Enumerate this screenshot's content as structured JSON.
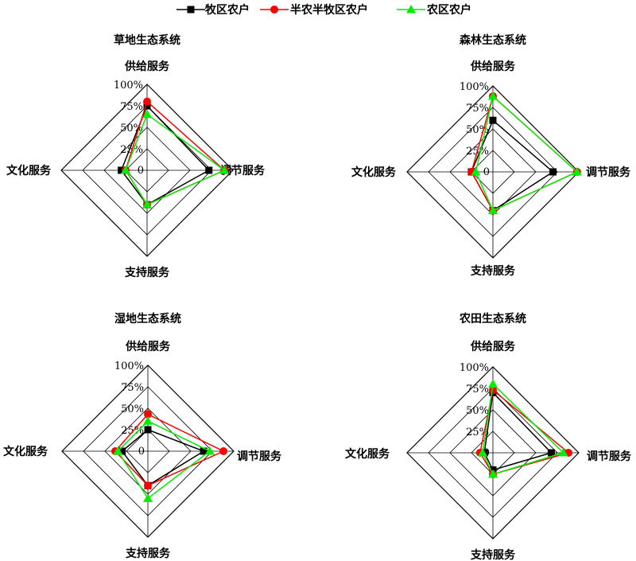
{
  "chart_data": {
    "type": "radar",
    "legend": {
      "placement": "top-center",
      "series": [
        {
          "name": "牧区农户",
          "color": "#000000",
          "marker": "square"
        },
        {
          "name": "半农半牧区农户",
          "color": "#ff0000",
          "marker": "circle"
        },
        {
          "name": "农区农户",
          "color": "#00ee00",
          "marker": "triangle"
        }
      ]
    },
    "axes": [
      "供给服务",
      "调节服务",
      "支持服务",
      "文化服务"
    ],
    "ticks": [
      "0",
      "25%",
      "50%",
      "75%",
      "100%"
    ],
    "range": [
      0,
      100
    ],
    "charts": [
      {
        "title": "草地生态系统",
        "series": [
          {
            "name": "牧区农户",
            "values": [
              75,
              72,
              40,
              30
            ]
          },
          {
            "name": "半农半牧区农户",
            "values": [
              80,
              90,
              40,
              25
            ]
          },
          {
            "name": "农区农户",
            "values": [
              65,
              90,
              40,
              25
            ]
          }
        ]
      },
      {
        "title": "森林生态系统",
        "series": [
          {
            "name": "牧区农户",
            "values": [
              60,
              70,
              45,
              25
            ]
          },
          {
            "name": "半农半牧区农户",
            "values": [
              88,
              98,
              45,
              25
            ]
          },
          {
            "name": "农区农户",
            "values": [
              88,
              98,
              45,
              20
            ]
          }
        ]
      },
      {
        "title": "湿地生态系统",
        "series": [
          {
            "name": "牧区农户",
            "values": [
              25,
              65,
              40,
              30
            ]
          },
          {
            "name": "半农半牧区农户",
            "values": [
              43,
              88,
              40,
              38
            ]
          },
          {
            "name": "农区农户",
            "values": [
              35,
              72,
              55,
              35
            ]
          }
        ]
      },
      {
        "title": "农田生态系统",
        "series": [
          {
            "name": "牧区农户",
            "values": [
              70,
              68,
              20,
              10
            ]
          },
          {
            "name": "半农半牧区农户",
            "values": [
              73,
              88,
              25,
              15
            ]
          },
          {
            "name": "农区农户",
            "values": [
              80,
              82,
              25,
              12
            ]
          }
        ]
      }
    ]
  }
}
